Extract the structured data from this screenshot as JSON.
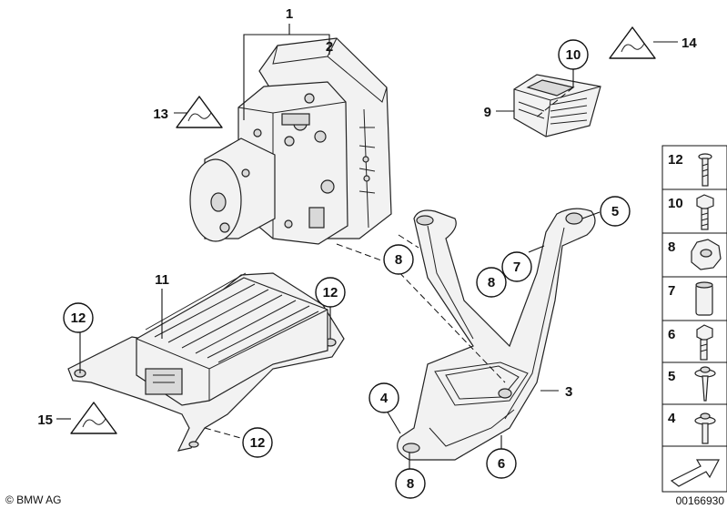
{
  "callouts": {
    "c1": "1",
    "c2": "2",
    "c3": "3",
    "c4": "4",
    "c5": "5",
    "c6": "6",
    "c7": "7",
    "c8a": "8",
    "c8b": "8",
    "c8c": "8",
    "c9": "9",
    "c10": "10",
    "c11": "11",
    "c12a": "12",
    "c12b": "12",
    "c12c": "12",
    "c13": "13",
    "c14": "14",
    "c15": "15"
  },
  "side_panel": {
    "items": [
      "12",
      "10",
      "8",
      "7",
      "6",
      "5",
      "4"
    ]
  },
  "footer": {
    "copyright": "© BMW AG",
    "diagram_number": "00166930"
  },
  "colors": {
    "line": "#111111",
    "part_fill": "#f2f2f2",
    "part_shade": "#d9d9d9"
  },
  "icons": [
    "warning-triangle-icon",
    "arrow-icon"
  ]
}
